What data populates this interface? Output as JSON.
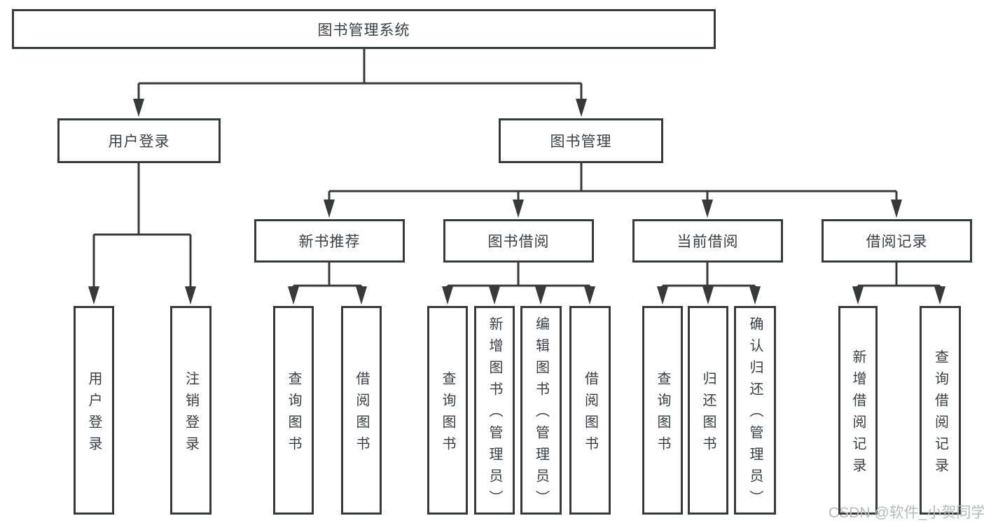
{
  "diagram_type": "hierarchy-tree",
  "tree": {
    "label": "图书管理系统",
    "children": [
      {
        "label": "用户登录",
        "children": [
          {
            "label": "用户登录"
          },
          {
            "label": "注销登录"
          }
        ]
      },
      {
        "label": "图书管理",
        "children": [
          {
            "label": "新书推荐",
            "children": [
              {
                "label": "查询图书"
              },
              {
                "label": "借阅图书"
              }
            ]
          },
          {
            "label": "图书借阅",
            "children": [
              {
                "label": "查询图书"
              },
              {
                "label": "新增图书（管理员）"
              },
              {
                "label": "编辑图书（管理员）"
              },
              {
                "label": "借阅图书"
              }
            ]
          },
          {
            "label": "当前借阅",
            "children": [
              {
                "label": "查询图书"
              },
              {
                "label": "归还图书"
              },
              {
                "label": "确认归还（管理员）"
              }
            ]
          },
          {
            "label": "借阅记录",
            "children": [
              {
                "label": "新增借阅记录"
              },
              {
                "label": "查询借阅记录"
              }
            ]
          }
        ]
      }
    ]
  },
  "watermark": {
    "text": "CSDN @软件_小贺同学"
  },
  "colors": {
    "line": "#37393b",
    "text": "#3a3f45",
    "watermark": "#b6babd",
    "background": "#ffffff"
  }
}
